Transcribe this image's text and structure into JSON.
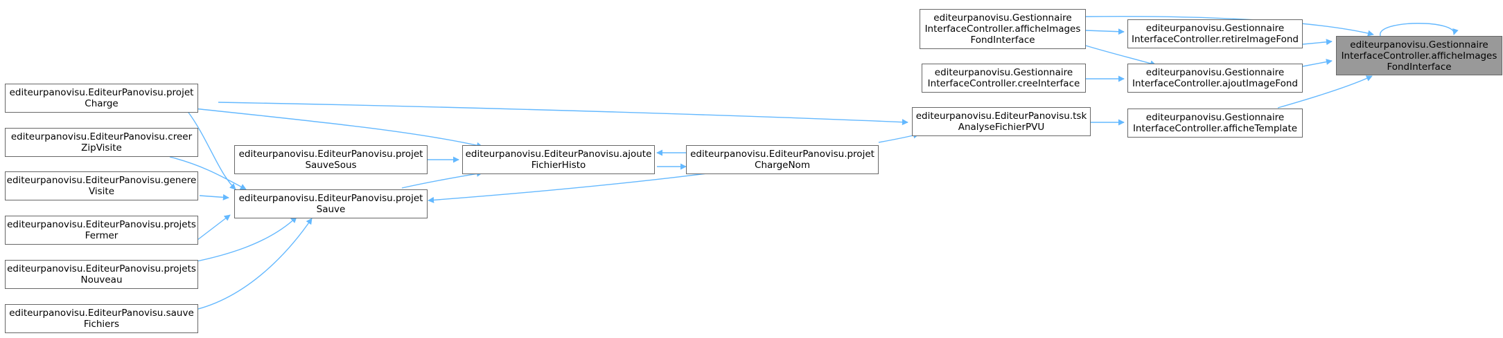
{
  "colors": {
    "edge": "#63b8ff",
    "focus_fill": "#999999",
    "border": "#666666"
  },
  "nodes": {
    "focus": {
      "l1": "editeurpanovisu.Gestionnaire",
      "l2": "InterfaceController.afficheImages",
      "l3": "FondInterface"
    },
    "retireImageFond": {
      "l1": "editeurpanovisu.Gestionnaire",
      "l2": "InterfaceController.retireImageFond"
    },
    "ajoutImageFond": {
      "l1": "editeurpanovisu.Gestionnaire",
      "l2": "InterfaceController.ajoutImageFond"
    },
    "afficheTemplate": {
      "l1": "editeurpanovisu.Gestionnaire",
      "l2": "InterfaceController.afficheTemplate"
    },
    "afficheImagesFondInterface2": {
      "l1": "editeurpanovisu.Gestionnaire",
      "l2": "InterfaceController.afficheImages",
      "l3": "FondInterface"
    },
    "creeInterface": {
      "l1": "editeurpanovisu.Gestionnaire",
      "l2": "InterfaceController.creeInterface"
    },
    "tskAnalyse": {
      "l1": "editeurpanovisu.EditeurPanovisu.tsk",
      "l2": "AnalyseFichierPVU"
    },
    "projetChargeNom": {
      "l1": "editeurpanovisu.EditeurPanovisu.projet",
      "l2": "ChargeNom"
    },
    "ajouteFichierHisto": {
      "l1": "editeurpanovisu.EditeurPanovisu.ajoute",
      "l2": "FichierHisto"
    },
    "projetSauveSous": {
      "l1": "editeurpanovisu.EditeurPanovisu.projet",
      "l2": "SauveSous"
    },
    "projetSauve": {
      "l1": "editeurpanovisu.EditeurPanovisu.projet",
      "l2": "Sauve"
    },
    "projetCharge": {
      "l1": "editeurpanovisu.EditeurPanovisu.projet",
      "l2": "Charge"
    },
    "creerZipVisite": {
      "l1": "editeurpanovisu.EditeurPanovisu.creer",
      "l2": "ZipVisite"
    },
    "genereVisite": {
      "l1": "editeurpanovisu.EditeurPanovisu.genere",
      "l2": "Visite"
    },
    "projetsFermer": {
      "l1": "editeurpanovisu.EditeurPanovisu.projets",
      "l2": "Fermer"
    },
    "projetsNouveau": {
      "l1": "editeurpanovisu.EditeurPanovisu.projets",
      "l2": "Nouveau"
    },
    "sauveFichiers": {
      "l1": "editeurpanovisu.EditeurPanovisu.sauve",
      "l2": "Fichiers"
    }
  }
}
